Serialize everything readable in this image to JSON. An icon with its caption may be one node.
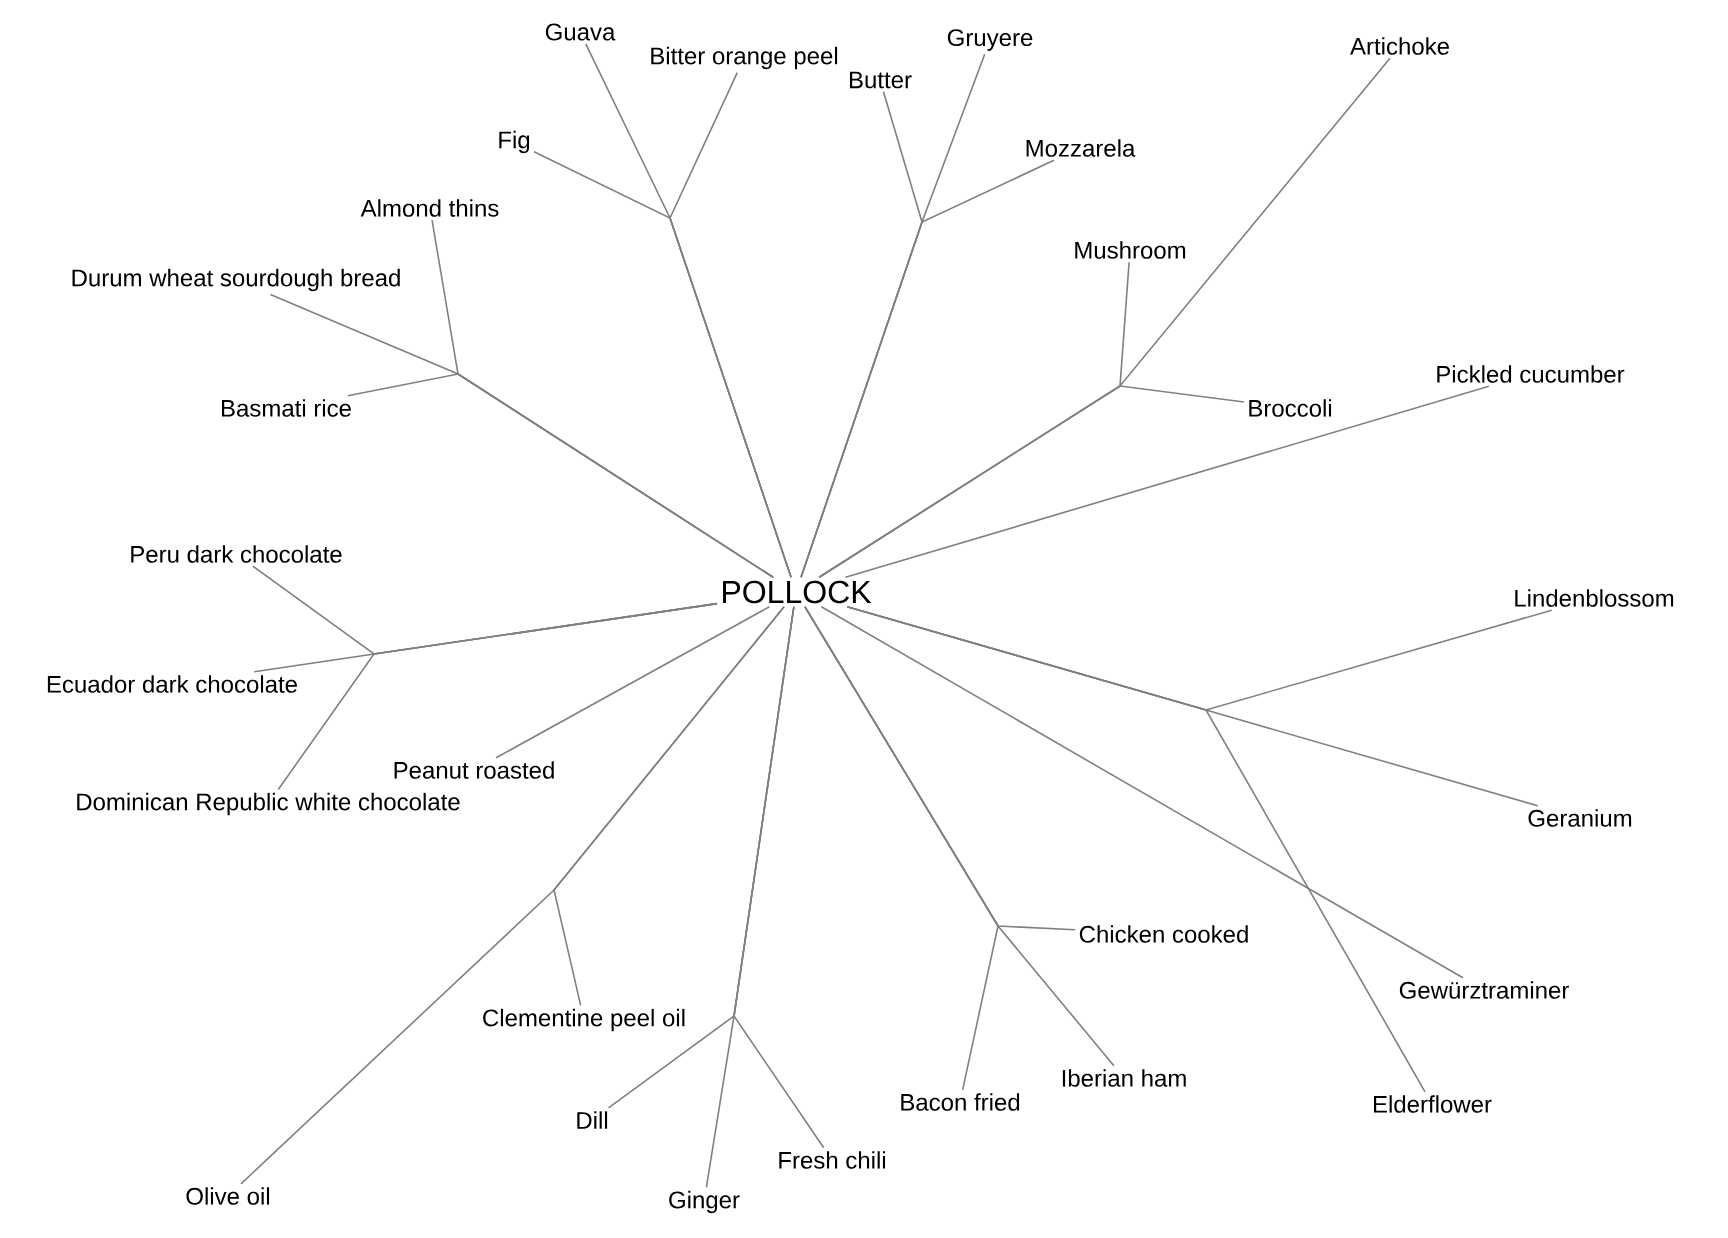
{
  "diagram": {
    "nodes": [
      {
        "text": [
          "POLLOCK"
        ]
      },
      {
        "text": [
          "Guava"
        ]
      },
      {
        "text": [
          "Bitter orange peel"
        ]
      },
      {
        "text": [
          "Butter"
        ]
      },
      {
        "text": [
          "Gruyere"
        ]
      },
      {
        "text": [
          "Artichoke"
        ]
      },
      {
        "text": [
          "Fig"
        ]
      },
      {
        "text": [
          "Mozzarela"
        ]
      },
      {
        "text": [
          "Almond thins"
        ]
      },
      {
        "text": [
          "Durum wheat sourdough bread"
        ]
      },
      {
        "text": [
          "Mushroom"
        ]
      },
      {
        "text": [
          "Basmati rice"
        ]
      },
      {
        "text": [
          "Pickled cucumber"
        ]
      },
      {
        "text": [
          "Broccoli"
        ]
      },
      {
        "text": [
          "Peru dark chocolate"
        ]
      },
      {
        "text": [
          "Ecuador dark chocolate"
        ]
      },
      {
        "text": [
          "Peanut roasted"
        ]
      },
      {
        "text": [
          "Dominican Republic white chocolate"
        ]
      },
      {
        "text": [
          "Lindenblossom"
        ]
      },
      {
        "text": [
          "Geranium"
        ]
      },
      {
        "text": [
          "Clementine peel oil"
        ]
      },
      {
        "text": [
          "Chicken cooked"
        ]
      },
      {
        "text": [
          "Gewürztraminer"
        ]
      },
      {
        "text": [
          "Bacon fried"
        ]
      },
      {
        "text": [
          "Iberian ham"
        ]
      },
      {
        "text": [
          "Elderflower"
        ]
      },
      {
        "text": [
          "Dill"
        ]
      },
      {
        "text": [
          "Fresh chili"
        ]
      },
      {
        "text": [
          "Ginger"
        ]
      },
      {
        "text": [
          "Olive oil"
        ]
      }
    ],
    "edges": [
      {
        "from": 0,
        "to": 1,
        "arrow": "none"
      },
      {
        "from": 0,
        "to": 2,
        "arrow": "none"
      },
      {
        "from": 0,
        "to": 3,
        "arrow": "none"
      },
      {
        "from": 0,
        "to": 4,
        "arrow": "none"
      },
      {
        "from": 0,
        "to": 5,
        "arrow": "none"
      },
      {
        "from": 0,
        "to": 6,
        "arrow": "none"
      },
      {
        "from": 0,
        "to": 7,
        "arrow": "none"
      },
      {
        "from": 0,
        "to": 8,
        "arrow": "none"
      },
      {
        "from": 0,
        "to": 9,
        "arrow": "none"
      },
      {
        "from": 0,
        "to": 10,
        "arrow": "none"
      },
      {
        "from": 0,
        "to": 11,
        "arrow": "none"
      },
      {
        "from": 0,
        "to": 12,
        "arrow": "none"
      },
      {
        "from": 0,
        "to": 13,
        "arrow": "none"
      },
      {
        "from": 0,
        "to": 14,
        "arrow": "none"
      },
      {
        "from": 0,
        "to": 15,
        "arrow": "none"
      },
      {
        "from": 0,
        "to": 16,
        "arrow": "none"
      },
      {
        "from": 0,
        "to": 17,
        "arrow": "none"
      },
      {
        "from": 0,
        "to": 18,
        "arrow": "none"
      },
      {
        "from": 0,
        "to": 19,
        "arrow": "none"
      },
      {
        "from": 0,
        "to": 20,
        "arrow": "none"
      },
      {
        "from": 0,
        "to": 21,
        "arrow": "none"
      },
      {
        "from": 0,
        "to": 22,
        "arrow": "none"
      },
      {
        "from": 0,
        "to": 23,
        "arrow": "none"
      },
      {
        "from": 0,
        "to": 24,
        "arrow": "none"
      },
      {
        "from": 0,
        "to": 25,
        "arrow": "none"
      },
      {
        "from": 0,
        "to": 26,
        "arrow": "none"
      },
      {
        "from": 0,
        "to": 27,
        "arrow": "none"
      },
      {
        "from": 0,
        "to": 28,
        "arrow": "none"
      },
      {
        "from": 0,
        "to": 29,
        "arrow": "none"
      }
    ]
  }
}
